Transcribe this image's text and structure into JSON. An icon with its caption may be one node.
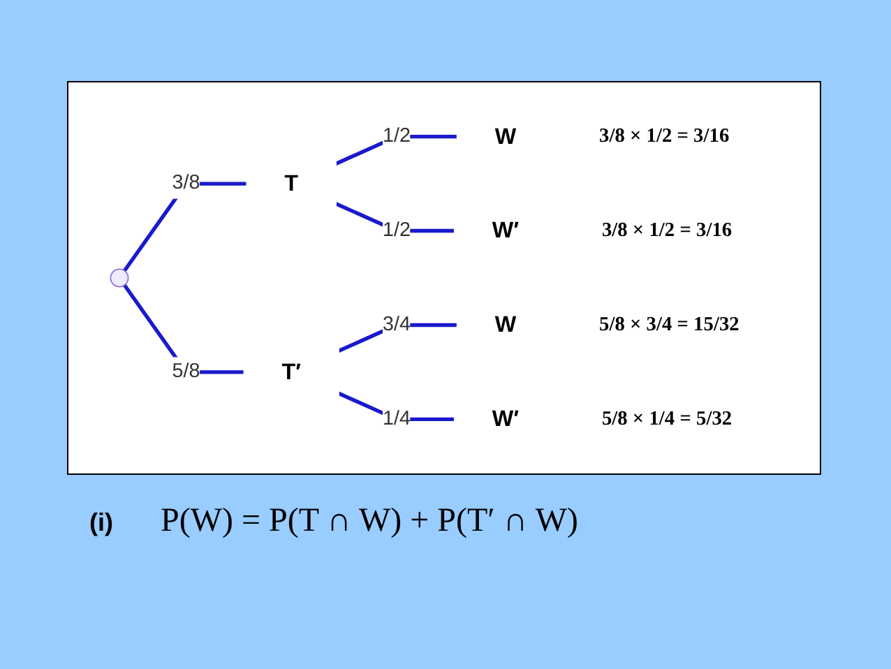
{
  "diagram": {
    "nodes": [
      {
        "text": [],
        "shape": "circle"
      },
      {
        "text": [
          "T"
        ]
      },
      {
        "text": [
          "T′"
        ]
      },
      {
        "text": [
          "W"
        ],
        "beside": [
          "3/8 × 1/2 = 3/16"
        ]
      },
      {
        "text": [
          "W′"
        ],
        "beside": [
          "3/8 × 1/2 = 3/16"
        ]
      },
      {
        "text": [
          "W"
        ],
        "beside": [
          "5/8 × 3/4 = 15/32"
        ]
      },
      {
        "text": [
          "W′"
        ],
        "beside": [
          "5/8 × 1/4 = 5/32"
        ]
      }
    ],
    "edges": [
      {
        "from": 0,
        "to": 1,
        "arrow": "none",
        "label": "3/8"
      },
      {
        "from": 0,
        "to": 2,
        "arrow": "none",
        "label": "5/8"
      },
      {
        "from": 1,
        "to": 3,
        "arrow": "none",
        "label": "1/2"
      },
      {
        "from": 1,
        "to": 4,
        "arrow": "none",
        "label": "1/2"
      },
      {
        "from": 2,
        "to": 5,
        "arrow": "none",
        "label": "3/4"
      },
      {
        "from": 2,
        "to": 6,
        "arrow": "none",
        "label": "1/4"
      }
    ],
    "labels": [
      "(i)",
      "P(W) = P(T ∩ W) + P(T′ ∩ W)"
    ]
  }
}
